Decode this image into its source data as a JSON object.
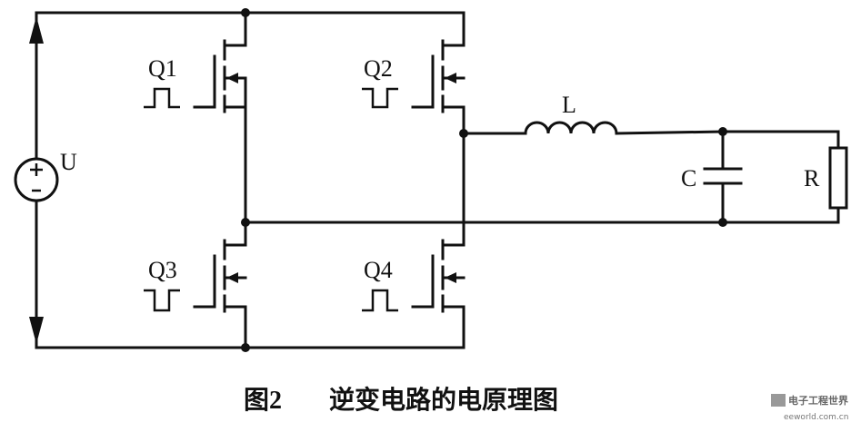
{
  "labels": {
    "source": "U",
    "q1": "Q1",
    "q2": "Q2",
    "q3": "Q3",
    "q4": "Q4",
    "inductor": "L",
    "capacitor": "C",
    "resistor": "R"
  },
  "caption": {
    "figure": "图2",
    "title": "逆变电路的电原理图"
  },
  "watermark": {
    "cn": "电子工程世界",
    "en": "eeworld.com.cn"
  },
  "colors": {
    "ink": "#111111",
    "background": "#ffffff"
  }
}
